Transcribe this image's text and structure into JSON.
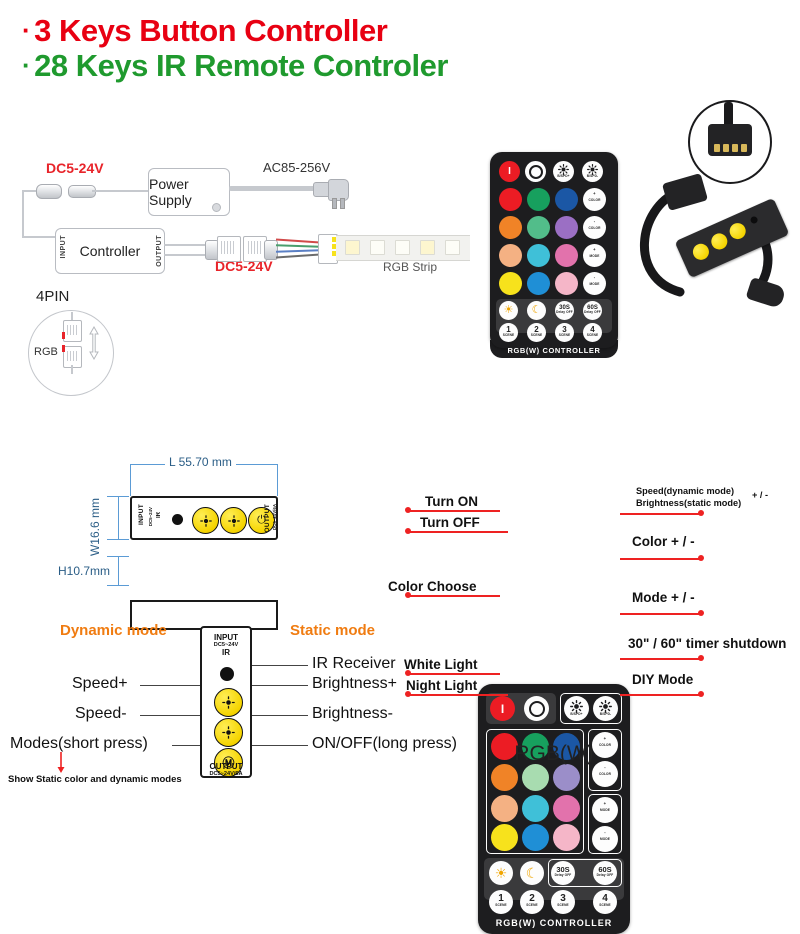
{
  "title": {
    "line1": "3 Keys Button Controller",
    "line2": "28 Keys IR Remote Controler",
    "bullet": "·",
    "color1": "#e80012",
    "color2": "#1f9a2e"
  },
  "wiring": {
    "input_voltage": "DC5-24V",
    "mains_voltage": "AC85-256V",
    "output_voltage": "DC5-24V",
    "power_supply_label": "Power Supply",
    "controller_label": "Controller",
    "controller_input": "INPUT",
    "controller_output": "OUTPUT",
    "strip_label": "RGB Strip"
  },
  "fourpin": {
    "title": "4PIN",
    "label": "RGB"
  },
  "remote_top": {
    "name": "RGB(W) CONTROLLER",
    "on_label": "I",
    "off_label": "O",
    "fn_buttons": [
      {
        "label": "B/SPD+",
        "icon": "sun-icon"
      },
      {
        "label": "B/SPD-",
        "icon": "sun-icon"
      }
    ],
    "colors": [
      [
        "#ec1c24",
        "#17a05e",
        "#1b57a5"
      ],
      [
        "#f08327",
        "#52bd8a",
        "#9b6fc4"
      ],
      [
        "#f4b183",
        "#3fc0d8",
        "#e272ac"
      ],
      [
        "#f7e21c",
        "#1f8fd6",
        "#f5b6c8"
      ]
    ],
    "side_buttons": [
      {
        "sign": "+",
        "label": "COLOR"
      },
      {
        "sign": "-",
        "label": "COLOR"
      },
      {
        "sign": "+",
        "label": "MODE"
      },
      {
        "sign": "-",
        "label": "MODE"
      }
    ],
    "mode_buttons": [
      {
        "icon": "white-light-icon",
        "label": ""
      },
      {
        "icon": "night-light-icon",
        "label": ""
      },
      {
        "icon": "timer-icon",
        "label": "30S",
        "sub": "Delay OFF"
      },
      {
        "icon": "timer-icon",
        "label": "60S",
        "sub": "Delay OFF"
      }
    ],
    "scene_buttons": [
      {
        "num": "1",
        "label": "SCENE"
      },
      {
        "num": "2",
        "label": "SCENE"
      },
      {
        "num": "3",
        "label": "SCENE"
      },
      {
        "num": "4",
        "label": "SCENE"
      }
    ]
  },
  "remote_bottom": {
    "name": "RGB(W) CONTROLLER",
    "caption": "RGB(W)",
    "on_label": "I",
    "off_label": "O",
    "fn_buttons": [
      {
        "label": "B/SPD+",
        "icon": "sun-icon"
      },
      {
        "label": "B/SPD-",
        "icon": "sun-icon"
      }
    ],
    "colors": [
      [
        "#ec1c24",
        "#17a05e",
        "#1b57a5"
      ],
      [
        "#f08327",
        "#a8dcb0",
        "#9b8ec9"
      ],
      [
        "#f4b183",
        "#3fc0d8",
        "#e272ac"
      ],
      [
        "#f7e21c",
        "#1f8fd6",
        "#f5b6c8"
      ]
    ],
    "side_buttons": [
      {
        "sign": "+",
        "label": "COLOR"
      },
      {
        "sign": "-",
        "label": "COLOR"
      },
      {
        "sign": "+",
        "label": "MODE"
      },
      {
        "sign": "-",
        "label": "MODE"
      }
    ],
    "mode_buttons": [
      {
        "icon": "white-light-icon",
        "label": ""
      },
      {
        "icon": "night-light-icon",
        "label": ""
      },
      {
        "icon": "timer-icon",
        "label": "30S",
        "sub": "Delay OFF"
      },
      {
        "icon": "timer-icon",
        "label": "60S",
        "sub": "Delay OFF"
      }
    ],
    "scene_buttons": [
      {
        "num": "1",
        "label": "SCENE"
      },
      {
        "num": "2",
        "label": "SCENE"
      },
      {
        "num": "3",
        "label": "SCENE"
      },
      {
        "num": "4",
        "label": "SCENE"
      }
    ],
    "callouts_left": [
      "Turn ON",
      "Turn OFF",
      "Color Choose",
      "White Light",
      "Night Light"
    ],
    "callouts_right": {
      "speed_line1": "Speed(dynamic mode)",
      "speed_line2": "Brightness(static mode)",
      "speed_pm": "+ / -",
      "color": "Color + / -",
      "mode": "Mode + / -",
      "timer": "30\" / 60\" timer shutdown",
      "diy": "DIY Mode"
    }
  },
  "dimensions": {
    "length": "L 55.70 mm",
    "width": "W16.6 mm",
    "height": "H10.7mm",
    "input_title": "INPUT",
    "input_sub": "DC5~24V",
    "input_ir": "IR",
    "output_title": "OUTPUT",
    "output_sub": "DC5~24V/6A",
    "buttons": [
      "B/SPD+",
      "B/SPD-",
      "M"
    ]
  },
  "keypad": {
    "dynamic_mode": "Dynamic mode",
    "static_mode": "Static mode",
    "input_title": "INPUT",
    "input_sub": "DC5~24V",
    "input_ir": "IR",
    "output_title": "OUTPUT",
    "output_sub": "DC5~24V/6A",
    "left_labels": [
      "Speed+",
      "Speed-",
      "Modes(short press)"
    ],
    "right_labels": [
      "IR Receiver",
      "Brightness+",
      "Brightness-",
      "ON/OFF(long press)"
    ],
    "footnote": "Show Static color and dynamic modes"
  }
}
